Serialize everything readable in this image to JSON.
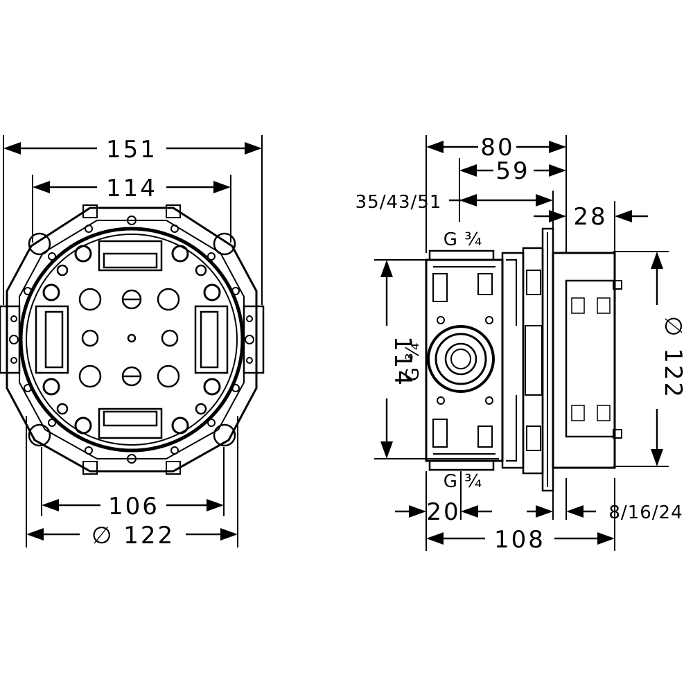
{
  "front_view": {
    "dim_overall_width": "151",
    "dim_inner_width": "114",
    "dim_lower_width": "106",
    "dim_diameter": "∅ 122"
  },
  "side_view": {
    "dim_depth_total": "80",
    "dim_depth_mid": "59",
    "dim_depth_options": "35/43/51",
    "dim_cover": "28",
    "dim_height_body": "114",
    "dim_diameter": "∅ 122",
    "thread_top": "G ¾",
    "thread_mid": "G ¾",
    "thread_bottom": "G ¾",
    "dim_offset": "20",
    "dim_plaster_options": "8/16/24",
    "dim_overall_depth": "108"
  }
}
